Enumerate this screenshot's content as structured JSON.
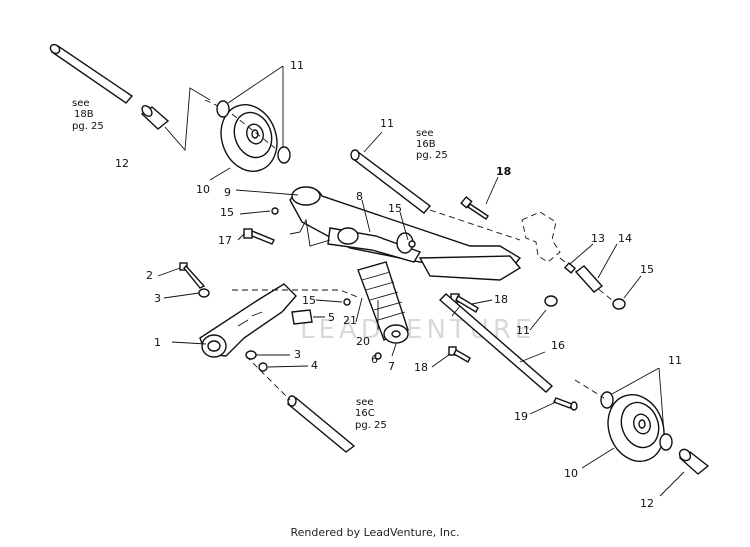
{
  "watermark": "LEADVENTURE",
  "footer": "Rendered by LeadVenture, Inc.",
  "callouts": {
    "n1": "1",
    "n2": "2",
    "n3a": "3",
    "n3b": "3",
    "n4": "4",
    "n5": "5",
    "n6": "6",
    "n7": "7",
    "n8": "8",
    "n9": "9",
    "n10a": "10",
    "n10b": "10",
    "n11a": "11",
    "n11b": "11",
    "n11c": "11",
    "n11d": "11",
    "n12a": "12",
    "n12b": "12",
    "n13": "13",
    "n14": "14",
    "n15a": "15",
    "n15b": "15",
    "n15c": "15",
    "n15d": "15",
    "n16": "16",
    "n17": "17",
    "n18a": "18",
    "n18b": "18",
    "n18c": "18",
    "n19": "19",
    "n20": "20",
    "n21": "21"
  },
  "refs": {
    "ref1": {
      "line1": "see",
      "line2": "18B",
      "line3": "pg. 25"
    },
    "ref2": {
      "line1": "see",
      "line2": "16B",
      "line3": "pg. 25"
    },
    "ref3": {
      "line1": "see",
      "line2": "16C",
      "line3": "pg. 25"
    }
  }
}
